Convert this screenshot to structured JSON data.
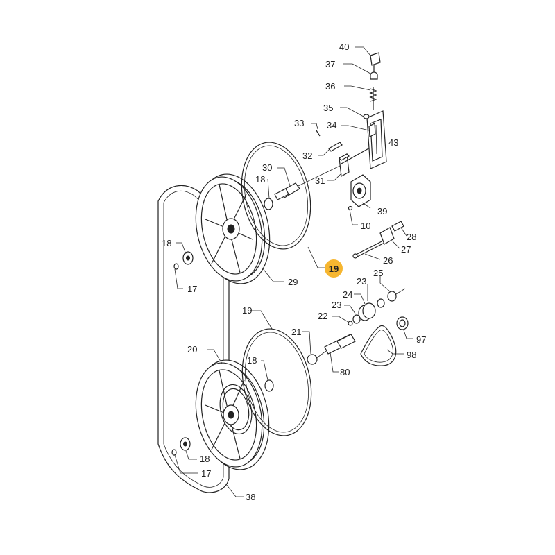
{
  "labels": {
    "p40": "40",
    "p37": "37",
    "p36": "36",
    "p35": "35",
    "p33": "33",
    "p34": "34",
    "p43": "43",
    "p32": "32",
    "p30": "30",
    "p31": "31",
    "p18a": "18",
    "p39": "39",
    "p10": "10",
    "p28": "28",
    "p27": "27",
    "p26": "26",
    "p18b": "18",
    "p17a": "17",
    "p29": "29",
    "p19hl": "19",
    "p25": "25",
    "p23a": "23",
    "p24": "24",
    "p23b": "23",
    "p22": "22",
    "p97": "97",
    "p19": "19",
    "p21": "21",
    "p98": "98",
    "p80": "80",
    "p20": "20",
    "p18c": "18",
    "p18d": "18",
    "p17b": "17",
    "p38": "38"
  },
  "colors": {
    "highlight": "#F6B630",
    "ink": "#222222",
    "background": "#FFFFFF"
  }
}
